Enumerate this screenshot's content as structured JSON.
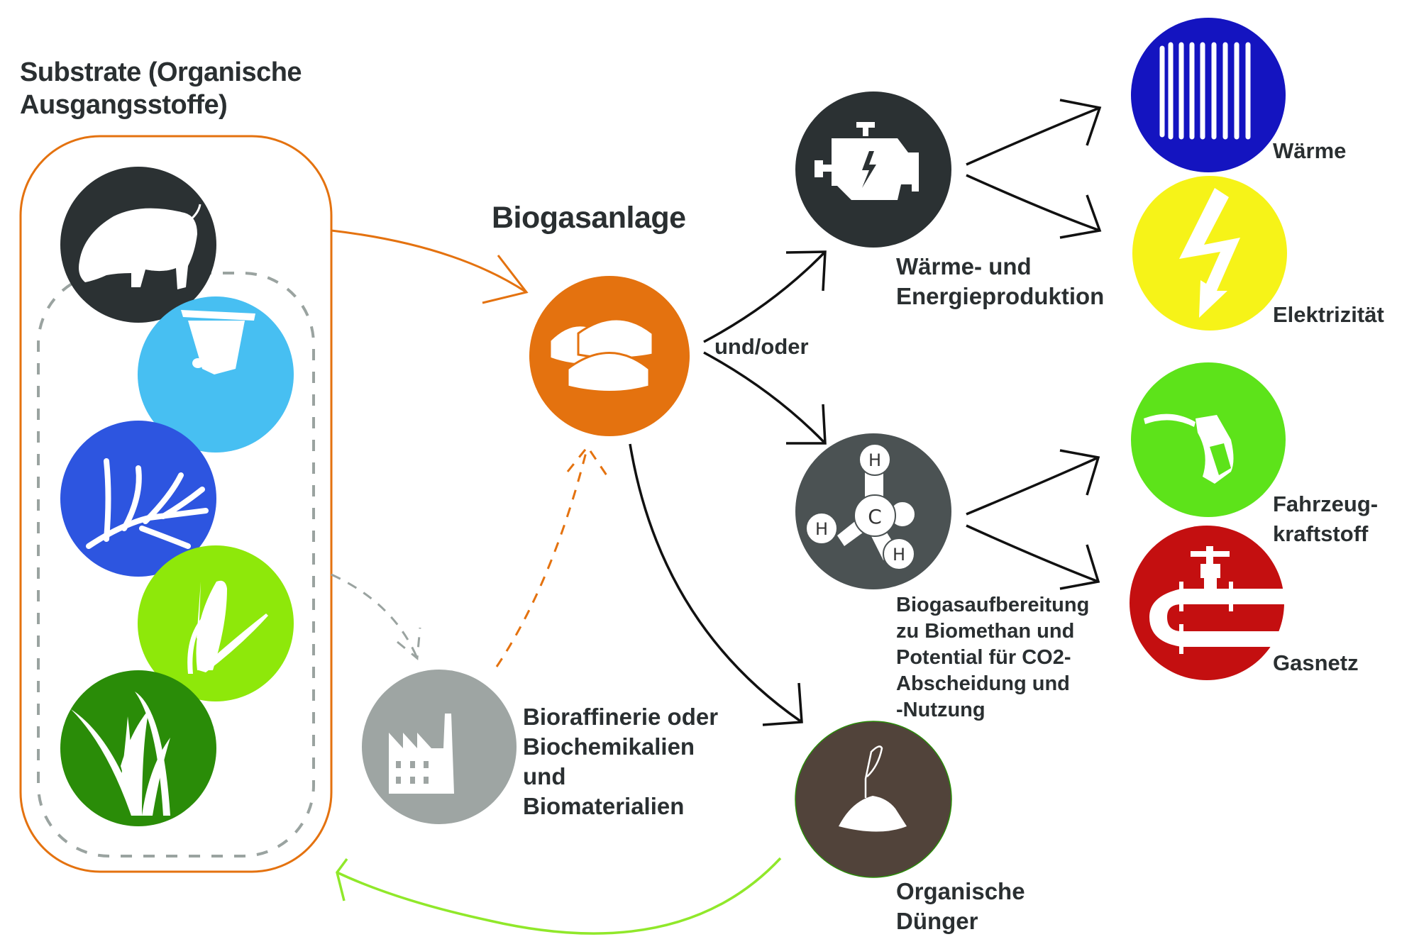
{
  "colors": {
    "orange": "#e4720f",
    "dark": "#2b3133",
    "light_blue": "#47bff2",
    "royal_blue": "#2d55e0",
    "lime": "#8ee80a",
    "forest_green": "#2a8c08",
    "grey": "#9ea5a3",
    "brown": "#51433a",
    "methane_grey": "#4b5253",
    "heat_blue": "#1414c0",
    "electric_yellow": "#f6f318",
    "fuel_green": "#5de31a",
    "gas_red": "#c40f10",
    "return_green": "#90e82a",
    "dashed_grey": "#9aa3a0"
  },
  "substrate": {
    "title_line1": "Substrate (Organische",
    "title_line2": "Ausgangsstoffe)",
    "items": [
      {
        "name": "pig",
        "icon": "pig-icon"
      },
      {
        "name": "waste-bin",
        "icon": "waste-bin-icon"
      },
      {
        "name": "seaweed",
        "icon": "seaweed-icon"
      },
      {
        "name": "corn",
        "icon": "corn-icon"
      },
      {
        "name": "grass",
        "icon": "grass-icon"
      }
    ]
  },
  "biogas_plant": {
    "title": "Biogasanlage",
    "icon": "digester-tanks-icon",
    "connector_label": "und/oder"
  },
  "heat_power": {
    "icon": "engine-icon",
    "label_line1": "Wärme- und",
    "label_line2": "Energieproduktion"
  },
  "upgrading": {
    "icon": "methane-molecule-icon",
    "atoms": [
      "H",
      "C",
      "H",
      "H"
    ],
    "label_lines": [
      "Biogasaufbereitung",
      "zu Biomethan und",
      "Potential für CO2-",
      "Abscheidung und",
      "-Nutzung"
    ]
  },
  "outputs": {
    "heat": {
      "label": "Wärme",
      "icon": "radiator-icon"
    },
    "electricity": {
      "label": "Elektrizität",
      "icon": "lightning-bolt-icon"
    },
    "fuel": {
      "label_line1": "Fahrzeug-",
      "label_line2": "kraftstoff",
      "icon": "fuel-nozzle-icon"
    },
    "grid": {
      "label": "Gasnetz",
      "icon": "gas-pipe-valve-icon"
    }
  },
  "biorefinery": {
    "icon": "factory-icon",
    "label_lines": [
      "Bioraffinerie oder",
      "Biochemikalien",
      "und",
      "Biomaterialien"
    ]
  },
  "fertilizer": {
    "icon": "sprout-soil-icon",
    "label_line1": "Organische",
    "label_line2": "Dünger"
  }
}
